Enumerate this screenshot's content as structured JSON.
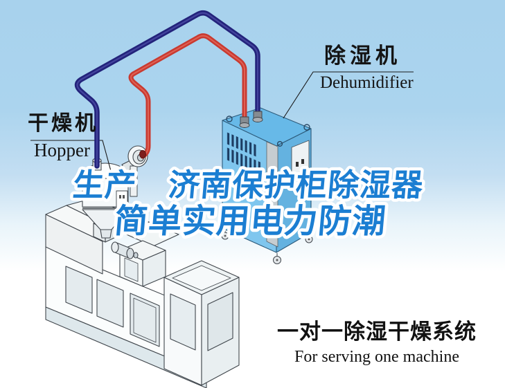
{
  "headline": {
    "line1": "生产　济南保护柜除湿器",
    "line2": "简单实用电力防潮",
    "fill_color": "#1b7ed2",
    "outline_color": "#ffffff"
  },
  "callouts": {
    "hopper": {
      "zh": "干燥机",
      "en": "Hopper"
    },
    "dehumidifier": {
      "zh": "除湿机",
      "en": "Dehumidifier"
    }
  },
  "caption": {
    "zh": "一对一除湿干燥系统",
    "en": "For serving one machine",
    "color": "#111111"
  },
  "colors": {
    "sky": "#a8d2ed",
    "dry_air_hose": "#23237b",
    "return_air_hose": "#c93a30",
    "cabinet_left_face": "#7fc6ee",
    "cabinet_top_face": "#67b9e8",
    "cabinet_right_face": "#64b2e0",
    "cabinet_corner_trim": "#c6cdd1",
    "vent_slots": "#1c3c62",
    "machine_outline": "#40464c"
  },
  "illustration": {
    "graphics": [
      "extruder-machine",
      "drying-hopper",
      "hopper-blower",
      "dehumidifier-cabinet",
      "dry-air-hose",
      "return-air-hose"
    ]
  }
}
